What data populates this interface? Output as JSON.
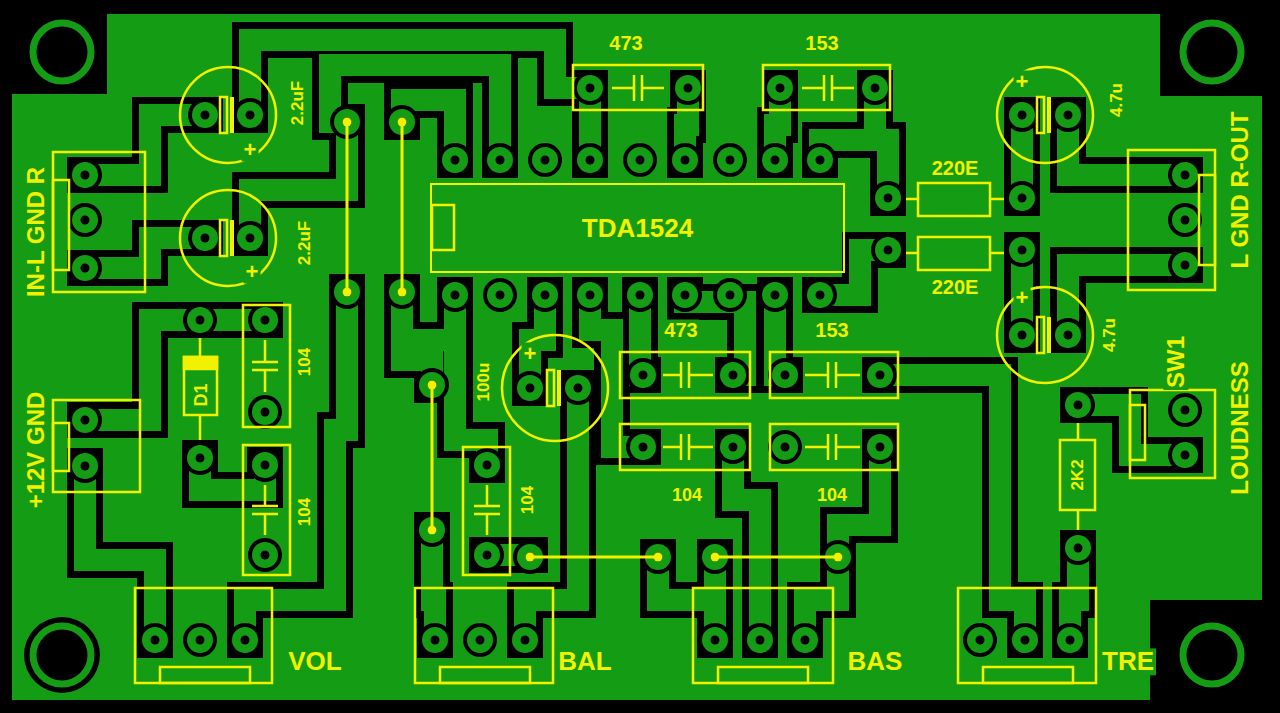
{
  "diagram": {
    "nodes": [
      {
        "text": [
          "TDA1524"
        ]
      }
    ],
    "labels": [
      "2.2uF",
      "2.2uF",
      "473",
      "153",
      "220E",
      "220E",
      "4.7u",
      "4.7u",
      "IN-L GND R",
      "L GND R-OUT",
      "473",
      "153",
      "104",
      "D1",
      "100u",
      "104",
      "104",
      "+12V GND",
      "SW1",
      "LOUDNESS",
      "2K2",
      "104",
      "104",
      "VOL",
      "BAL",
      "BAS",
      "TRE",
      "+",
      "+",
      "+",
      "+",
      "+"
    ]
  }
}
